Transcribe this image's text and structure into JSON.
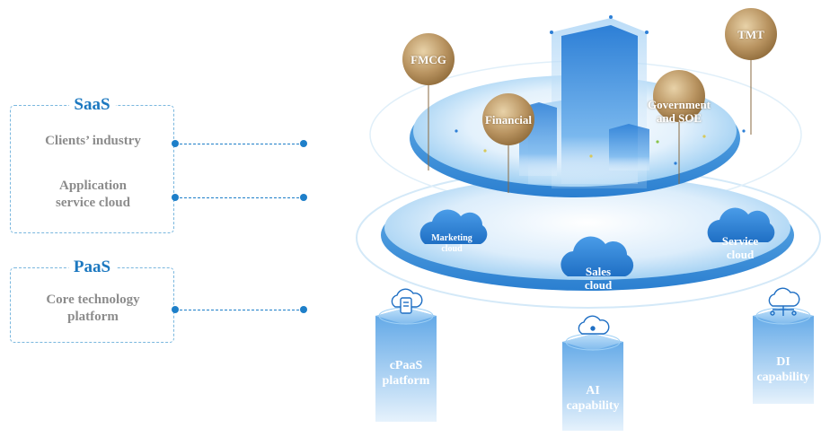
{
  "saas": {
    "title": "SaaS",
    "items": [
      "Clients’ industry",
      "Application\nservice cloud"
    ]
  },
  "paas": {
    "title": "PaaS",
    "items": [
      "Core technology\nplatform"
    ]
  },
  "industries": [
    "FMCG",
    "TMT",
    "Financial",
    "Government\nand SOE"
  ],
  "clouds": [
    "Marketing\ncloud",
    "Sales\ncloud",
    "Service\ncloud"
  ],
  "capabilities": [
    "cPaaS\nplatform",
    "AI\ncapability",
    "DI\ncapability"
  ],
  "colors": {
    "accent_blue": "#1c78c0",
    "label_gray": "#8c8c8c",
    "gold": "#b08d57",
    "disk_blue": "#5ba8e6",
    "cloud_blue": "#2f86d8"
  }
}
